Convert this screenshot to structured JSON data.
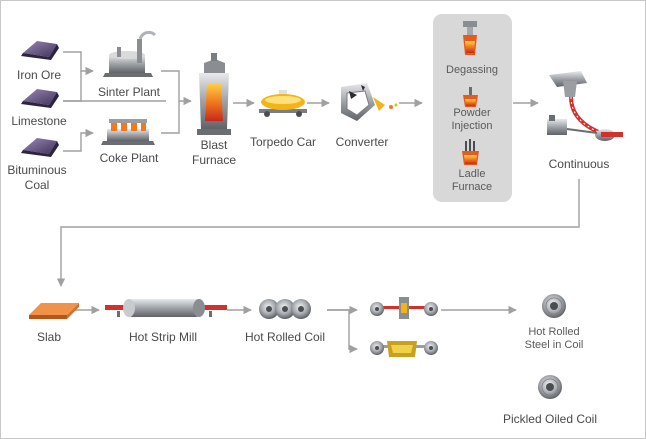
{
  "labels": {
    "iron_ore": "Iron Ore",
    "limestone": "Limestone",
    "bituminous_coal_1": "Bituminous",
    "bituminous_coal_2": "Coal",
    "sinter_plant": "Sinter Plant",
    "coke_plant": "Coke Plant",
    "blast_furnace_1": "Blast",
    "blast_furnace_2": "Furnace",
    "torpedo_car": "Torpedo Car",
    "converter": "Converter",
    "degassing": "Degassing",
    "powder_injection_1": "Powder",
    "powder_injection_2": "Injection",
    "ladle_furnace_1": "Ladle",
    "ladle_furnace_2": "Furnace",
    "continuous": "Continuous",
    "slab": "Slab",
    "hot_strip_mill": "Hot Strip Mill",
    "hot_rolled_coil": "Hot Rolled Coil",
    "hot_rolled_steel_1": "Hot Rolled",
    "hot_rolled_steel_2": "Steel in Coil",
    "pickled_oiled_coil": "Pickled Oiled Coil"
  },
  "colors": {
    "arrow": "#9a9a9a",
    "panel": "#d8d8d8",
    "ore_purple": "#6b5a8c",
    "slab_orange": "#e07a2a",
    "hot_red": "#d2302a",
    "torpedo_yellow": "#f2b417",
    "steel_gray": "#9fa3a8"
  }
}
